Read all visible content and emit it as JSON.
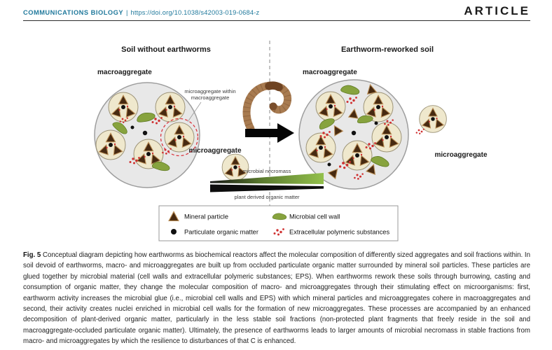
{
  "header": {
    "journal": "COMMUNICATIONS BIOLOGY",
    "separator": "|",
    "doi": "https://doi.org/10.1038/s42003-019-0684-z",
    "article": "ARTICLE"
  },
  "figure": {
    "left_title": "Soil without earthworms",
    "right_title": "Earthworm-reworked soil",
    "labels": {
      "macroaggregate": "macroaggregate",
      "microaggregate": "microaggregate",
      "micro_within_line1": "microaggregate within",
      "micro_within_line2": "macroaggregate"
    },
    "bars": {
      "necromass": "microbial necromass",
      "plant": "plant derived organic matter"
    },
    "legend": {
      "mineral": "Mineral particle",
      "pom": "Particulate organic matter",
      "cell_wall": "Microbial cell wall",
      "eps": "Extracellular polymeric substances"
    },
    "colors": {
      "journal_teal": "#20799c",
      "mineral_brown": "#472a11",
      "mineral_edge_tan": "#b98d55",
      "microbe_green": "#87a33e",
      "eps_red": "#cf3030",
      "aggregate_gray": "#e8e8e8",
      "micro_cream": "#efe8cd"
    }
  },
  "caption": {
    "fig": "Fig. 5",
    "text": "Conceptual diagram depicting how earthworms as biochemical reactors affect the molecular composition of differently sized aggregates and soil fractions within. In soil devoid of earthworms, macro- and microaggregates are built up from occluded particulate organic matter surrounded by mineral soil particles. These particles are glued together by microbial material (cell walls and extracellular polymeric substances; EPS). When earthworms rework these soils through burrowing, casting and consumption of organic matter, they change the molecular composition of macro- and microaggregates through their stimulating effect on microorganisms: first, earthworm activity increases the microbial glue (i.e., microbial cell walls and EPS) with which mineral particles and microaggregates cohere in macroaggregates and second, their activity creates nuclei enriched in microbial cell walls for the formation of new microaggregates. These processes are accompanied by an enhanced decomposition of plant-derived organic matter, particularly in the less stable soil fractions (non-protected plant fragments that freely reside in the soil and macroaggregate-occluded particulate organic matter). Ultimately, the presence of earthworms leads to larger amounts of microbial necromass in stable fractions from macro- and microaggregates by which the resilience to disturbances of that C is enhanced."
  }
}
